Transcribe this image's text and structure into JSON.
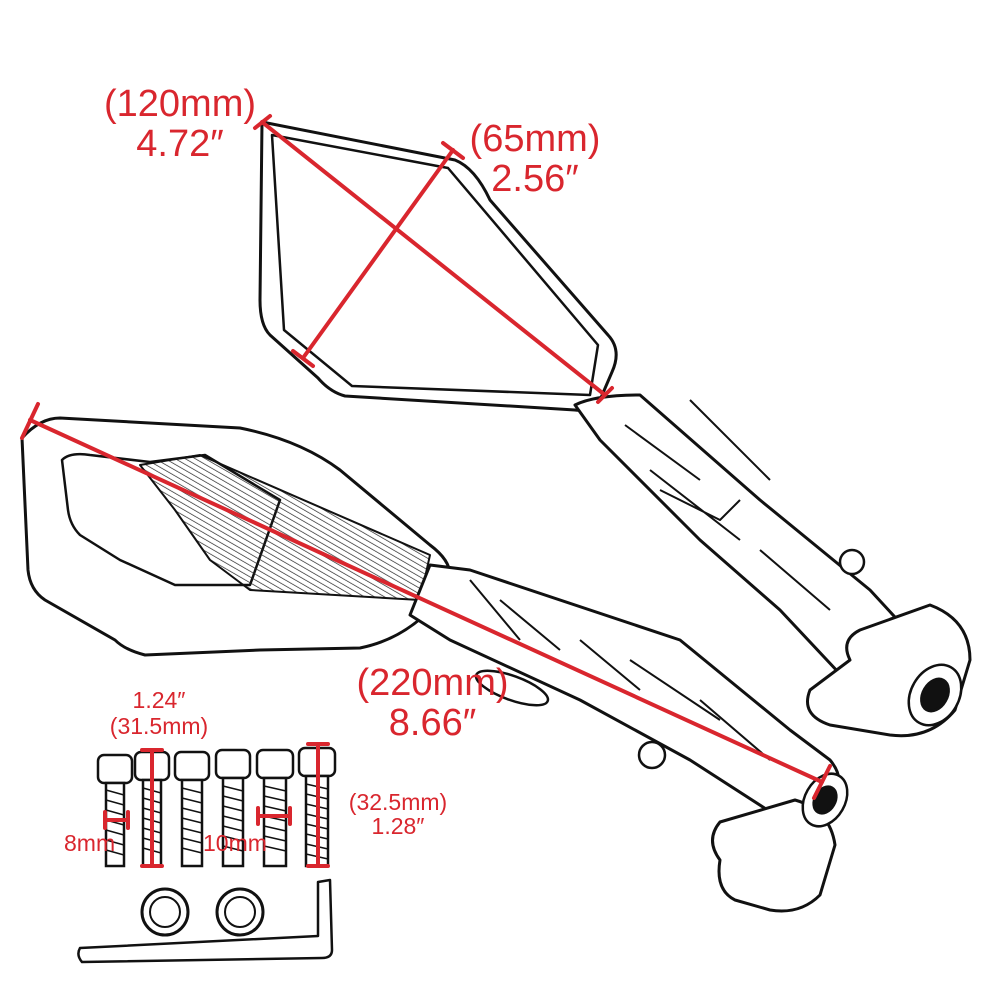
{
  "dimensions": {
    "mirror_width": {
      "metric": "(120mm)",
      "imperial": "4.72″"
    },
    "mirror_height": {
      "metric": "(65mm)",
      "imperial": "2.56″"
    },
    "total_length": {
      "metric": "(220mm)",
      "imperial": "8.66″"
    },
    "bolt_length_a": {
      "imperial": "1.24″",
      "metric": "(31.5mm)"
    },
    "bolt_length_b": {
      "metric": "(32.5mm)",
      "imperial": "1.28″"
    },
    "bolt_diameter_a": {
      "metric": "8mm"
    },
    "bolt_diameter_b": {
      "metric": "10mm"
    }
  },
  "colors": {
    "dimension": "#d9262e",
    "outline": "#111111"
  }
}
